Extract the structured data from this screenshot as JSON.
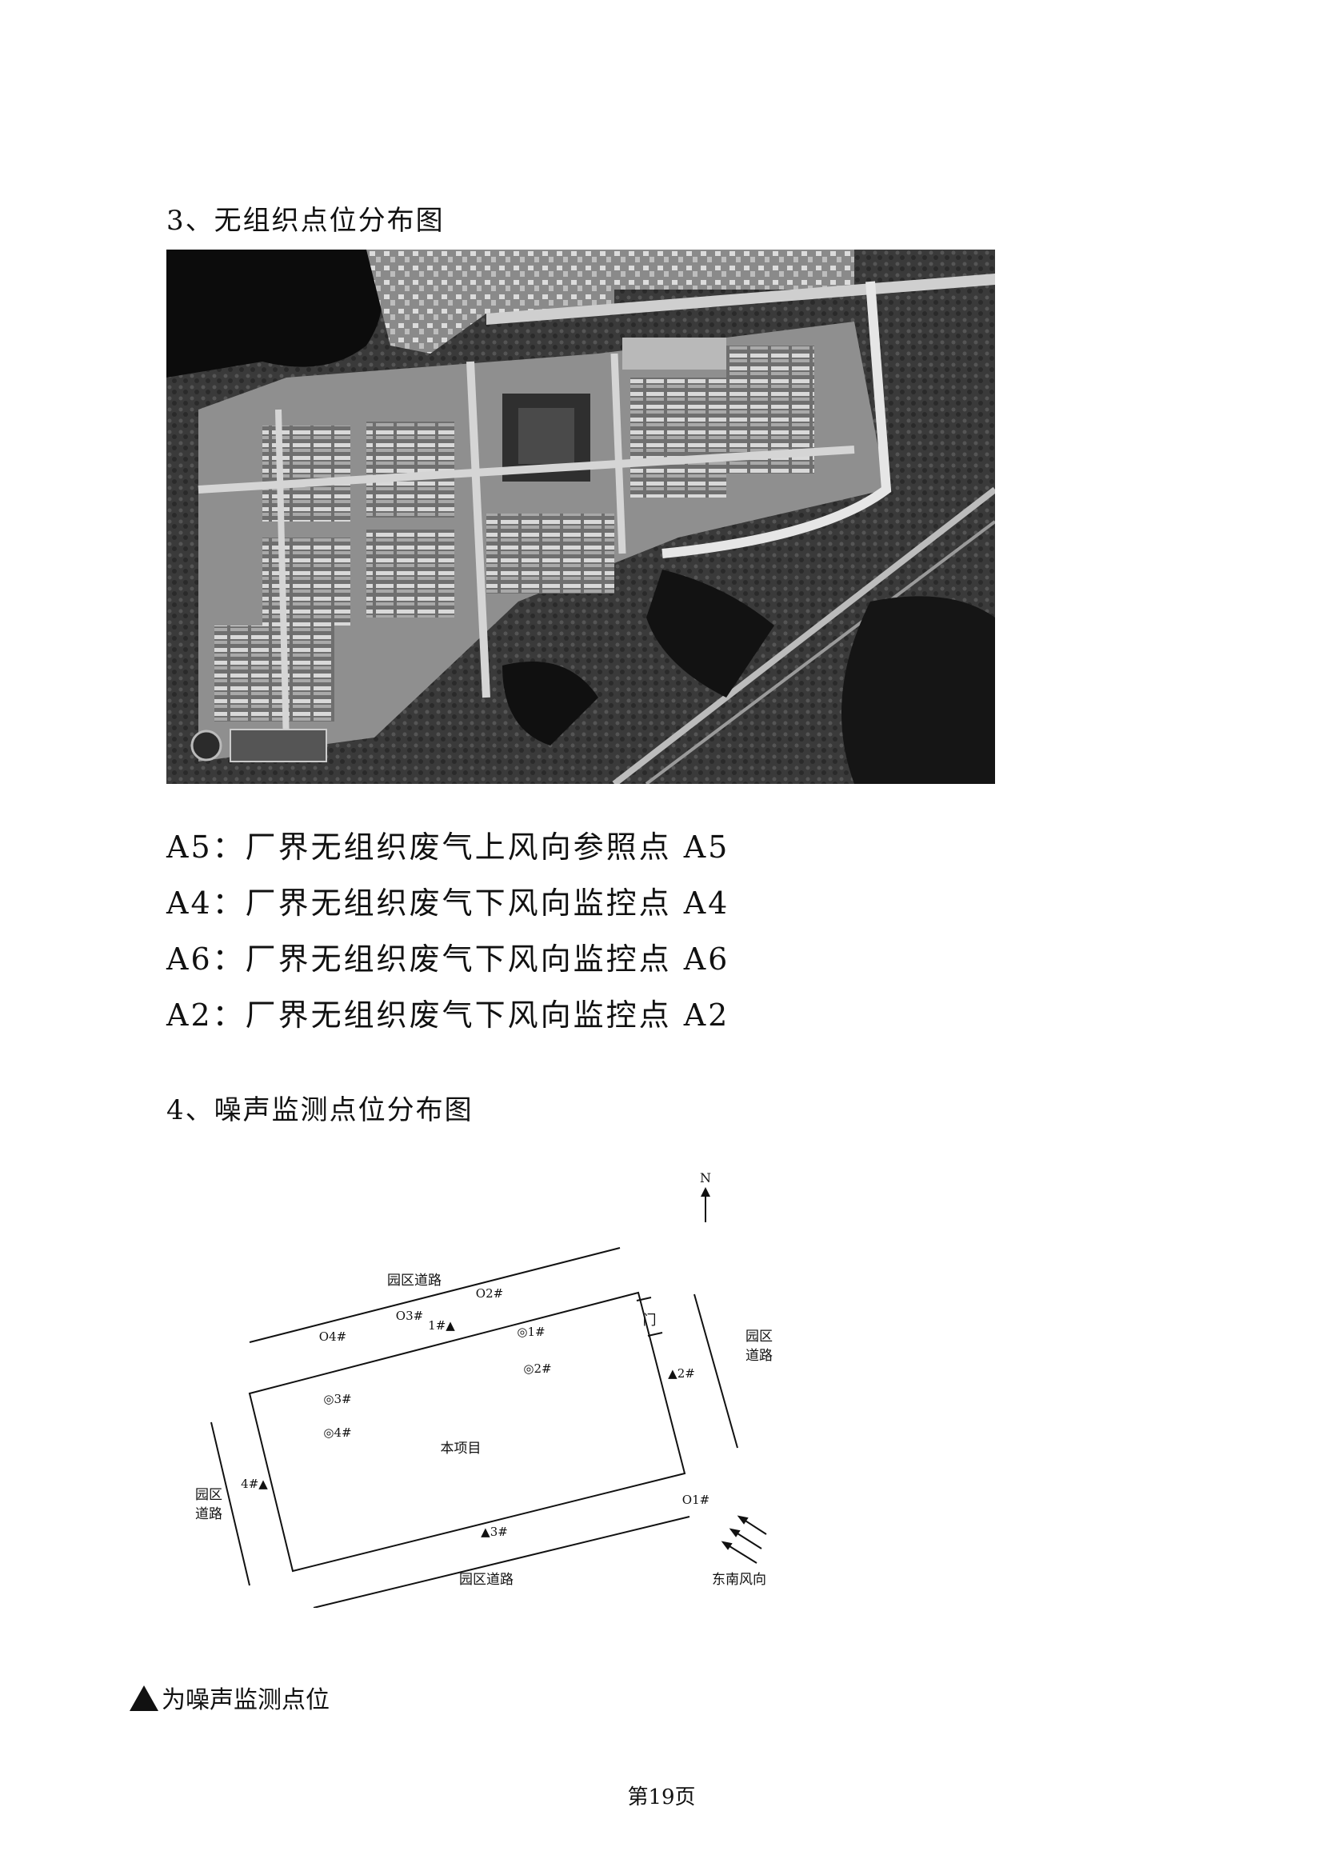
{
  "section3": {
    "heading": "3、无组织点位分布图",
    "legend": [
      "A5：厂界无组织废气上风向参照点 A5",
      "A4：厂界无组织废气下风向监控点 A4",
      "A6：厂界无组织废气下风向监控点 A6",
      "A2：厂界无组织废气下风向监控点 A2"
    ]
  },
  "section4": {
    "heading": "4、噪声监测点位分布图",
    "map": {
      "north": "N",
      "road_top": "园区道路",
      "road_right": [
        "园区",
        "道路"
      ],
      "road_left": [
        "园区",
        "道路"
      ],
      "road_bottom": "园区道路",
      "project": "本项目",
      "gate": "门",
      "wind": "东南风向",
      "points": {
        "o2_out": "O2#",
        "o3_out": "O3#",
        "o4_out": "O4#",
        "o1_out": "O1#",
        "n1": "1#▲",
        "n2": "▲2#",
        "n3": "▲3#",
        "n4": "4#▲",
        "g1": "◎1#",
        "g2": "◎2#",
        "g3": "◎3#",
        "g4": "◎4#"
      }
    },
    "legend": "为噪声监测点位"
  },
  "footer": {
    "page": "第19页"
  },
  "colors": {
    "ink": "#111111",
    "photo_bg": "#1c1c1c"
  }
}
